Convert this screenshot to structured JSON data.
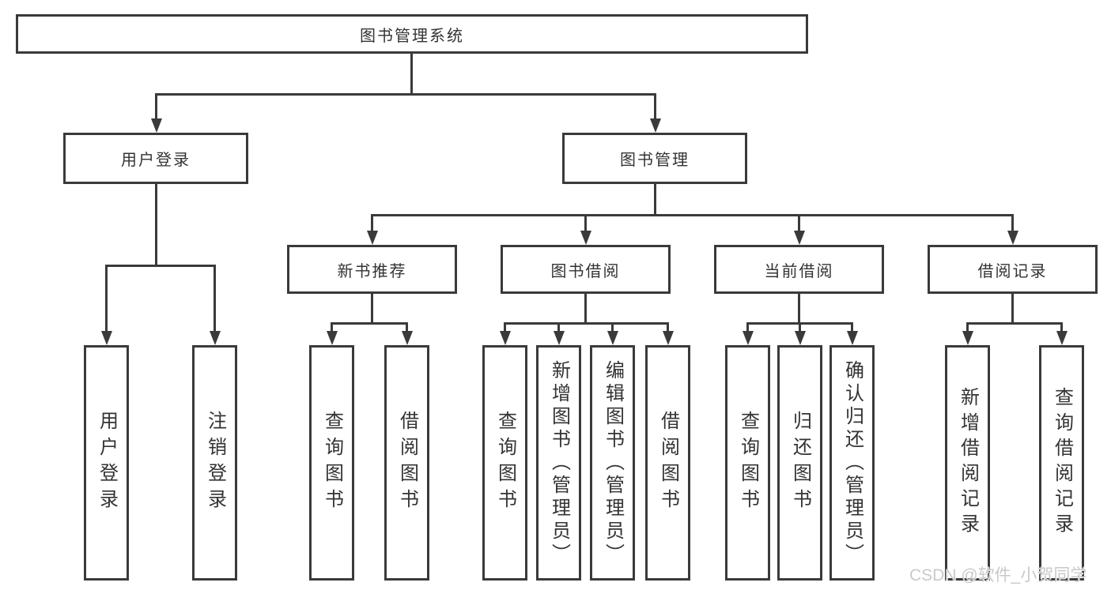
{
  "diagram_title": "图书管理系统",
  "nodes": {
    "root": "图书管理系统",
    "user_login": "用户登录",
    "book_mgmt": "图书管理",
    "new_books": "新书推荐",
    "book_borrow": "图书借阅",
    "current_borrow": "当前借阅",
    "borrow_records": "借阅记录"
  },
  "leaves": {
    "user_login": "用户登录",
    "logout": "注销登录",
    "newbooks_query": "查询图书",
    "newbooks_borrow": "借阅图书",
    "borrow_query": "查询图书",
    "borrow_add": "新增图书（管理员）",
    "borrow_edit": "编辑图书（管理员）",
    "borrow_borrow": "借阅图书",
    "current_query": "查询图书",
    "current_return": "归还图书",
    "current_confirm": "确认归还（管理员）",
    "records_add": "新增借阅记录",
    "records_query": "查询借阅记录"
  },
  "watermark": "CSDN @软件_小贺同学",
  "colors": {
    "line": "#3a3a3a",
    "text": "#333333",
    "background": "#ffffff",
    "watermark": "#c9c9c9"
  }
}
